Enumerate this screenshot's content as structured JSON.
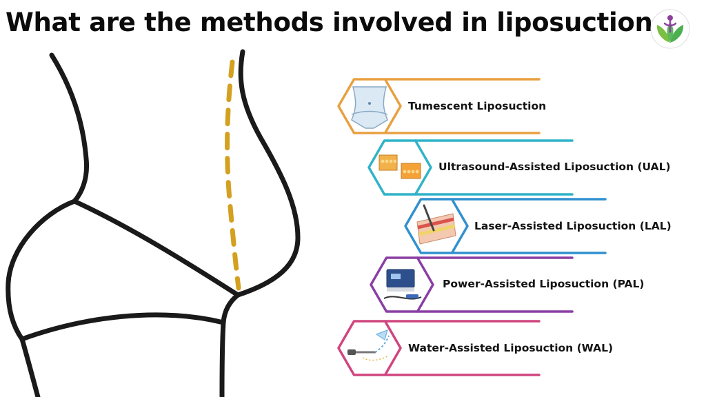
{
  "title": "What are the methods involved in liposuction",
  "logo": {
    "icon": "lotus-figure-logo-icon",
    "colors": [
      "#4caf50",
      "#8e3fa0",
      "#7bbf43"
    ]
  },
  "illustration": {
    "icon": "female-torso-outline-icon",
    "outline_color": "#1a1a1a",
    "dash_color": "#d4a020"
  },
  "methods": [
    {
      "label": "Tumescent Liposuction",
      "color": "#e8a040",
      "icon": "abdomen-treatment-icon"
    },
    {
      "label": "Ultrasound-Assisted Liposuction (UAL)",
      "color": "#2fb3c8",
      "icon": "fat-tissue-before-after-icon"
    },
    {
      "label": "Laser-Assisted Liposuction (LAL)",
      "color": "#3190cf",
      "icon": "laser-skin-layer-icon"
    },
    {
      "label": "Power-Assisted Liposuction (PAL)",
      "color": "#8a3fa3",
      "icon": "power-device-icon"
    },
    {
      "label": "Water-Assisted Liposuction (WAL)",
      "color": "#d0457f",
      "icon": "water-jet-cannula-icon"
    }
  ]
}
